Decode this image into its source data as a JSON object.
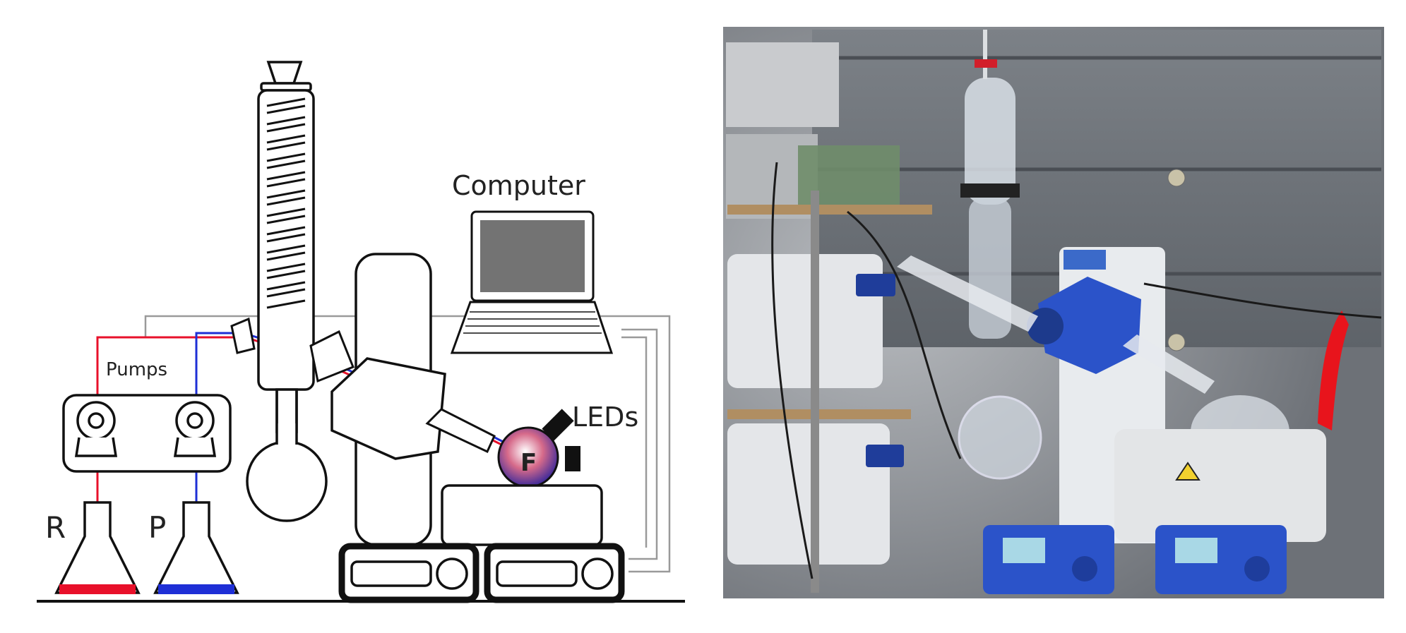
{
  "schematic": {
    "labels": {
      "computer": "Computer",
      "pumps": "Pumps",
      "leds": "LEDs",
      "flask": "F",
      "reagent": "R",
      "product": "P"
    },
    "colors": {
      "reagent": "#e8102a",
      "product": "#1e2fd6",
      "wires": "#9a9a9a",
      "outline": "#111111"
    }
  },
  "photo": {
    "colors": {
      "background": "#8a8e93",
      "cabinet": "#6f757c",
      "equipment": "#2b53c9",
      "tubing": "#e8141c"
    }
  }
}
